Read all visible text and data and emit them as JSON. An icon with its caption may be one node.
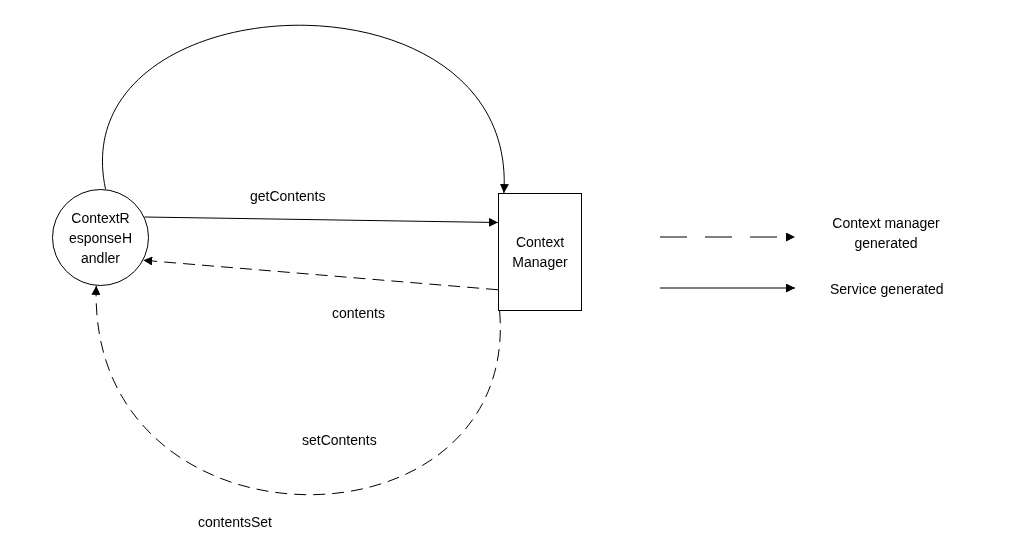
{
  "diagram": {
    "nodes": [
      {
        "text": [
          "ContextResponseHandler"
        ]
      },
      {
        "text": [
          "Context Manager"
        ]
      }
    ],
    "edges": [
      {
        "from": 0,
        "to": 1,
        "arrow": "to"
      },
      {
        "from": 0,
        "to": 1,
        "arrow": "to",
        "label": "getContents"
      },
      {
        "from": 1,
        "to": 0,
        "arrow": "to",
        "label": "contents",
        "style": "dashed"
      },
      {
        "from": 1,
        "to": 0,
        "arrow": "to",
        "label": "contentsSet",
        "style": "dashed"
      }
    ],
    "labels": [
      "setContents"
    ],
    "legend": [
      {
        "text": "Context manager generated"
      },
      {
        "text": "Service generated"
      }
    ]
  }
}
